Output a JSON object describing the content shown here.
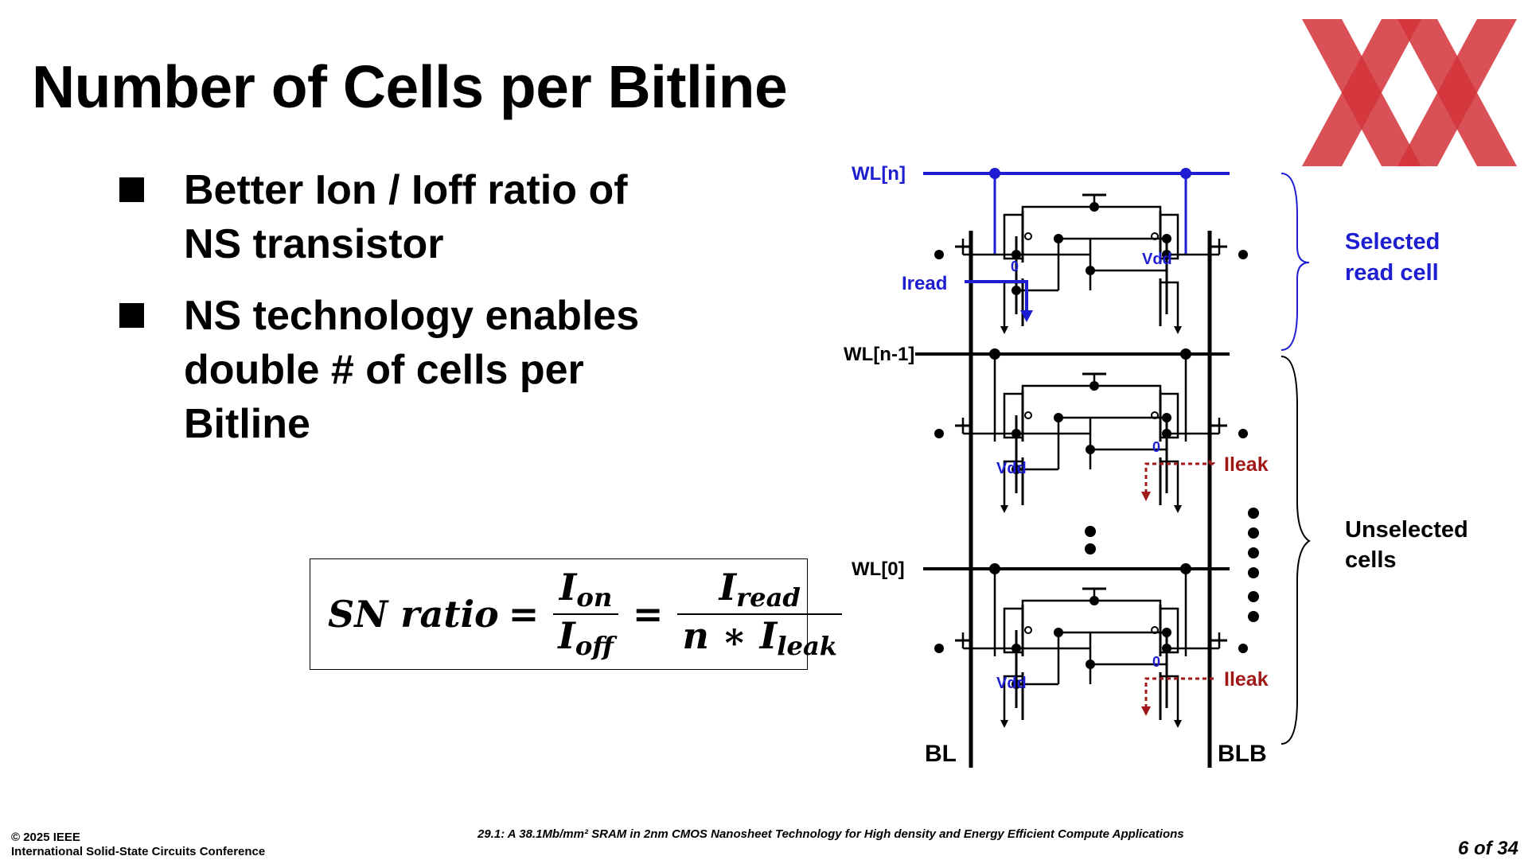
{
  "slide": {
    "title": "Number of Cells per Bitline",
    "bullets": [
      "Better Ion / Ioff ratio of NS transistor",
      "NS technology enables double # of cells per Bitline"
    ]
  },
  "formula": {
    "lhs": "SN ratio",
    "frac1_num": "I",
    "frac1_num_sub": "on",
    "frac1_den": "I",
    "frac1_den_sub": "off",
    "frac2_num": "I",
    "frac2_num_sub": "read",
    "frac2_den": "n ∗ I",
    "frac2_den_sub": "leak"
  },
  "diagram": {
    "wordlines": [
      "WL[n]",
      "WL[n-1]",
      "WL[0]"
    ],
    "bitline_left": "BL",
    "bitline_right": "BLB",
    "iread": "Iread",
    "ileak": "Ileak",
    "vdd": "Vdd",
    "zero": "0",
    "selected_label_1": "Selected",
    "selected_label_2": "read cell",
    "unselected_label_1": "Unselected",
    "unselected_label_2": "cells"
  },
  "footer": {
    "copyright": "© 2025 IEEE",
    "conference": "International Solid-State Circuits Conference",
    "paper": "29.1: A 38.1Mb/mm² SRAM in 2nm CMOS Nanosheet Technology for High density and Energy Efficient Compute Applications",
    "page": "6 of 34"
  },
  "colors": {
    "accent_blue": "#1d1dd1",
    "leak_red": "#a01818",
    "logo_red": "#d2333a"
  }
}
